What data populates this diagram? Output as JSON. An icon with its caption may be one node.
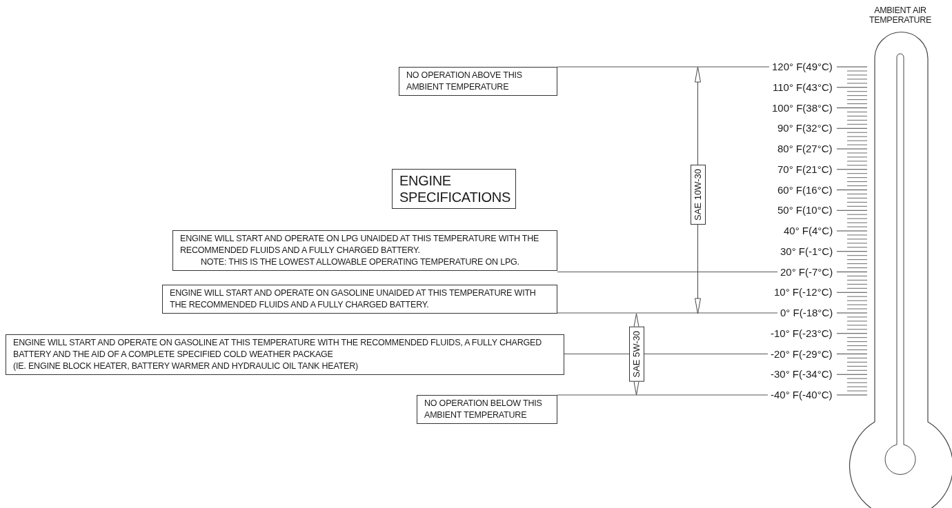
{
  "diagram": {
    "nodes": [
      {
        "text": [
          "NO OPERATION ABOVE THIS AMBIENT TEMPERATURE"
        ]
      },
      {
        "text": [
          "ENGINE SPECIFICATIONS"
        ]
      },
      {
        "text": [
          "ENGINE WILL START AND OPERATE ON LPG UNAIDED AT THIS TEMPERATURE WITH THE RECOMMENDED FLUIDS AND A FULLY CHARGED BATTERY.",
          "NOTE: THIS IS THE LOWEST ALLOWABLE OPERATING TEMPERATURE ON LPG."
        ]
      },
      {
        "text": [
          "ENGINE WILL START AND OPERATE ON GASOLINE UNAIDED AT THIS TEMPERATURE WITH THE RECOMMENDED FLUIDS AND A FULLY CHARGED BATTERY."
        ]
      },
      {
        "text": [
          "ENGINE WILL START AND OPERATE ON GASOLINE AT THIS TEMPERATURE WITH THE RECOMMENDED FLUIDS, A FULLY CHARGED BATTERY AND THE AID OF A COMPLETE SPECIFIED COLD WEATHER PACKAGE",
          "(IE. ENGINE BLOCK HEATER, BATTERY WARMER AND HYDRAULIC OIL TANK HEATER)"
        ]
      },
      {
        "text": [
          "NO OPERATION BELOW THIS AMBIENT TEMPERATURE"
        ]
      },
      {
        "text": [
          "120° F(49°C)"
        ]
      },
      {
        "text": [
          "110° F(43°C)"
        ]
      },
      {
        "text": [
          "100° F(38°C)"
        ]
      },
      {
        "text": [
          "90° F(32°C)"
        ]
      },
      {
        "text": [
          "80° F(27°C)"
        ]
      },
      {
        "text": [
          "70° F(21°C)"
        ]
      },
      {
        "text": [
          "60° F(16°C)"
        ]
      },
      {
        "text": [
          "50° F(10°C)"
        ]
      },
      {
        "text": [
          "40° F(4°C)"
        ]
      },
      {
        "text": [
          "30° F(-1°C)"
        ]
      },
      {
        "text": [
          "20° F(-7°C)"
        ]
      },
      {
        "text": [
          "10° F(-12°C)"
        ]
      },
      {
        "text": [
          "0° F(-18°C)"
        ]
      },
      {
        "text": [
          "-10° F(-23°C)"
        ]
      },
      {
        "text": [
          "-20° F(-29°C)"
        ]
      },
      {
        "text": [
          "-30° F(-34°C)"
        ]
      },
      {
        "text": [
          "-40° F(-40°C)"
        ]
      }
    ],
    "edges": [
      {
        "from": 0,
        "to": 6,
        "arrow": "none"
      },
      {
        "from": 2,
        "to": 16,
        "arrow": "none"
      },
      {
        "from": 3,
        "to": 18,
        "arrow": "none"
      },
      {
        "from": 4,
        "to": 20,
        "arrow": "none"
      },
      {
        "from": 5,
        "to": 22,
        "arrow": "none"
      }
    ],
    "labels": [
      "AMBIENT AIR TEMPERATURE",
      "SAE 10W-30",
      "SAE 5W-30"
    ]
  }
}
